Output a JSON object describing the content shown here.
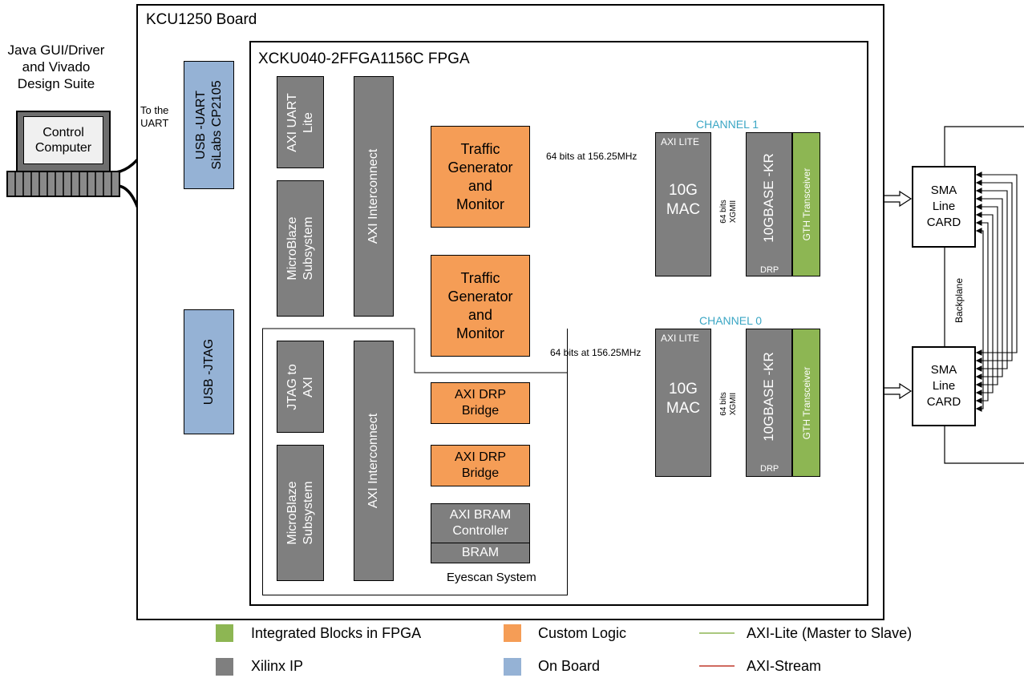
{
  "host": {
    "caption": "Java GUI/Driver\nand Vivado\nDesign Suite",
    "screen": "Control\nComputer"
  },
  "board": {
    "title": "KCU1250 Board",
    "usb_uart": "USB -UART\nSiLabs CP2105",
    "to_uart": "To the\nUART",
    "usb_jtag": "USB -JTAG"
  },
  "fpga": {
    "title": "XCKU040-2FFGA1156C FPGA",
    "axi_uart": "AXI UART\nLite",
    "microblaze_top": "MicroBlaze\nSubsystem",
    "interconnect_top": "AXI Interconnect",
    "traffic_gen_1": "Traffic\nGenerator\nand\nMonitor",
    "traffic_gen_2": "Traffic\nGenerator\nand\nMonitor",
    "stream_label_1": "64 bits at 156.25MHz",
    "stream_label_2": "64 bits at 156.25MHz"
  },
  "eyescan": {
    "title": "Eyescan System",
    "jtag_axi": "JTAG to\nAXI",
    "microblaze": "MicroBlaze\nSubsystem",
    "interconnect": "AXI Interconnect",
    "drp_bridge_1": "AXI DRP\nBridge",
    "drp_bridge_2": "AXI DRP\nBridge",
    "bram_ctrl": "AXI BRAM\nController",
    "bram": "BRAM"
  },
  "channels": [
    {
      "label": "CHANNEL 1",
      "axi_lite": "AXI LITE",
      "mac": "10G\nMAC",
      "xgmii": "64 bits\nXGMII",
      "pcs": "10GBASE -KR",
      "drp": "DRP",
      "gth": "GTH Transceiver"
    },
    {
      "label": "CHANNEL 0",
      "axi_lite": "AXI LITE",
      "mac": "10G\nMAC",
      "xgmii": "64 bits\nXGMII",
      "pcs": "10GBASE -KR",
      "drp": "DRP",
      "gth": "GTH Transceiver"
    }
  ],
  "external": {
    "sma_1": "SMA\nLine\nCARD",
    "sma_2": "SMA\nLine\nCARD",
    "backplane": "Backplane"
  },
  "legend": {
    "integrated": "Integrated Blocks in FPGA",
    "custom": "Custom Logic",
    "axi_lite": "AXI-Lite (Master to Slave)",
    "xilinx": "Xilinx IP",
    "onboard": "On Board",
    "axi_stream": "AXI-Stream"
  },
  "colors": {
    "integrated": "#8db653",
    "custom": "#f59d56",
    "xilinx": "#7f7f7f",
    "onboard": "#95b2d5",
    "axi_lite_line": "#8db653",
    "axi_stream_line": "#c0392b",
    "channel_ellipse": "#3aa6c4"
  }
}
